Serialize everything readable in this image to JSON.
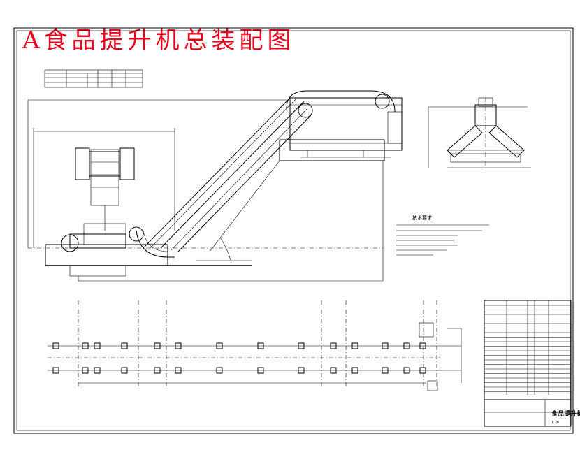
{
  "title": "A食品提升机总装配图",
  "tech_requirements": {
    "heading": "技术要求"
  },
  "title_block": {
    "drawing_name": "食品提升机",
    "scale": "1:20"
  },
  "colors": {
    "title": "#e8001c",
    "lines": "#000000",
    "background": "#ffffff"
  }
}
